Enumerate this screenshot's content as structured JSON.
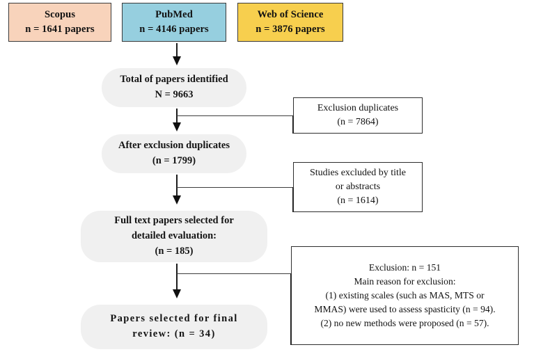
{
  "diagram": {
    "title": "PRISMA study selection flow diagram",
    "colors": {
      "scopus_fill": "#f8d3bb",
      "pubmed_fill": "#96cfdf",
      "wos_fill": "#f7cf4e",
      "stage_fill": "#f0f0f0",
      "exclusion_fill": "#ffffff",
      "border": "#2d2d2d",
      "text": "#111111"
    },
    "sources": [
      {
        "id": "scopus",
        "name": "Scopus",
        "line1": "Scopus",
        "line2": "n = 1641 papers",
        "count": 1641
      },
      {
        "id": "pubmed",
        "name": "PubMed",
        "line1": "PubMed",
        "line2": "n = 4146 papers",
        "count": 4146
      },
      {
        "id": "web-of-science",
        "name": "Web of Science",
        "line1": "Web of Science",
        "line2": "n = 3876 papers",
        "count": 3876
      }
    ],
    "stages": [
      {
        "id": "total-identified",
        "line1": "Total of papers identified",
        "line2": "N = 9663",
        "count": 9663
      },
      {
        "id": "after-exclusion-duplicates",
        "line1": "After exclusion duplicates",
        "line2": "(n = 1799)",
        "count": 1799
      },
      {
        "id": "full-text-selected",
        "line1": "Full text papers selected for",
        "line2": "detailed evaluation:",
        "line3": "(n = 185)",
        "count": 185
      },
      {
        "id": "final-review",
        "line1": "Papers selected for final",
        "line2": "review: (n = 34)",
        "count": 34
      }
    ],
    "exclusions": [
      {
        "id": "exclusion-duplicates",
        "line1": "Exclusion duplicates",
        "line2": "(n = 7864)",
        "count": 7864
      },
      {
        "id": "excluded-by-title-or-abstract",
        "line1": "Studies excluded by title",
        "line2": "or abstracts",
        "line3": "(n = 1614)",
        "count": 1614
      },
      {
        "id": "exclusion-reasons",
        "line1": "Exclusion: n = 151",
        "line2": "Main reason for exclusion:",
        "line3": "(1) existing scales (such as MAS, MTS or",
        "line4": "MMAS) were used to assess spasticity (n = 94).",
        "line5": "(2) no new methods were proposed (n = 57).",
        "count": 151,
        "reason_1_count": 94,
        "reason_2_count": 57
      }
    ]
  }
}
